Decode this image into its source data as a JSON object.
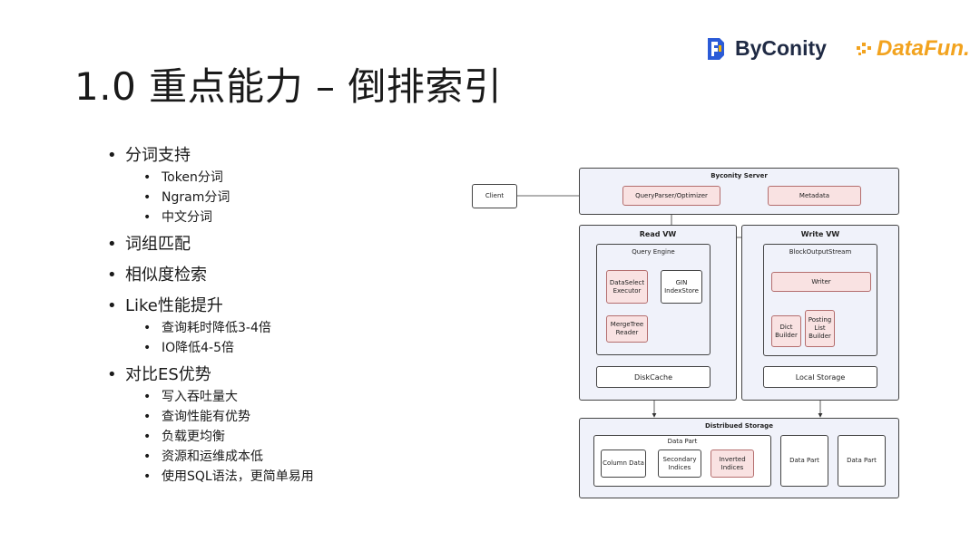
{
  "title": "1.0 重点能力 – 倒排索引",
  "logos": {
    "byconity": "ByConity",
    "datafun": "DataFun."
  },
  "bullets": [
    {
      "text": "分词支持",
      "children": [
        "Token分词",
        "Ngram分词",
        "中文分词"
      ]
    },
    {
      "text": "词组匹配",
      "children": []
    },
    {
      "text": "相似度检索",
      "children": []
    },
    {
      "text": "Like性能提升",
      "children": [
        "查询耗时降低3-4倍",
        "IO降低4-5倍"
      ]
    },
    {
      "text": "对比ES优势",
      "children": [
        "写入吞吐量大",
        "查询性能有优势",
        "负载更均衡",
        "资源和运维成本低",
        "使用SQL语法，更简单易用"
      ]
    }
  ],
  "diagram": {
    "client": "Client",
    "server": {
      "title": "Byconity Server",
      "parser": "QueryParser/Optimizer",
      "metadata": "Metadata"
    },
    "read_vw": {
      "title": "Read VW",
      "query_engine": "Query Engine",
      "dataselect": "DataSelect Executor",
      "gin": "GIN IndexStore",
      "mergetree": "MergeTree Reader",
      "diskcache": "DiskCache"
    },
    "write_vw": {
      "title": "Write VW",
      "stream": "BlockOutputStream",
      "writer": "Writer",
      "dict": "Dict Builder",
      "posting": "Posting List Builder",
      "local": "Local Storage"
    },
    "storage": {
      "title": "Distribued Storage",
      "datapart": "Data Part",
      "column": "Column Data",
      "secondary": "Secondary Indices",
      "inverted": "Inverted Indices",
      "datapart2": "Data Part",
      "datapart3": "Data Part"
    }
  }
}
